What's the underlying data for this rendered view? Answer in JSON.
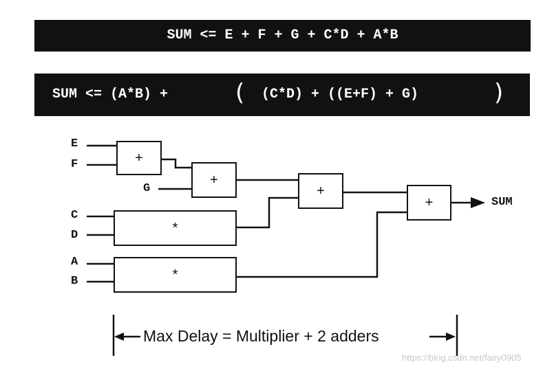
{
  "equations": {
    "eq1": "SUM <= E + F + G + C*D + A*B",
    "eq2": "SUM <= (A*B) +",
    "eq2_open": "(",
    "eq2_inner": "(C*D) + ((E+F) + G)",
    "eq2_close": ")"
  },
  "inputs": {
    "e": "E",
    "f": "F",
    "g": "G",
    "c": "C",
    "d": "D",
    "a": "A",
    "b": "B"
  },
  "output": "SUM",
  "blocks": {
    "adder_ef": "+",
    "adder_efg": "+",
    "adder_cd": "+",
    "adder_final": "+",
    "mult_cd": "*",
    "mult_ab": "*"
  },
  "delay_label": "Max Delay = Multiplier + 2 adders",
  "watermark": "https://blog.csdn.net/fairy0905"
}
